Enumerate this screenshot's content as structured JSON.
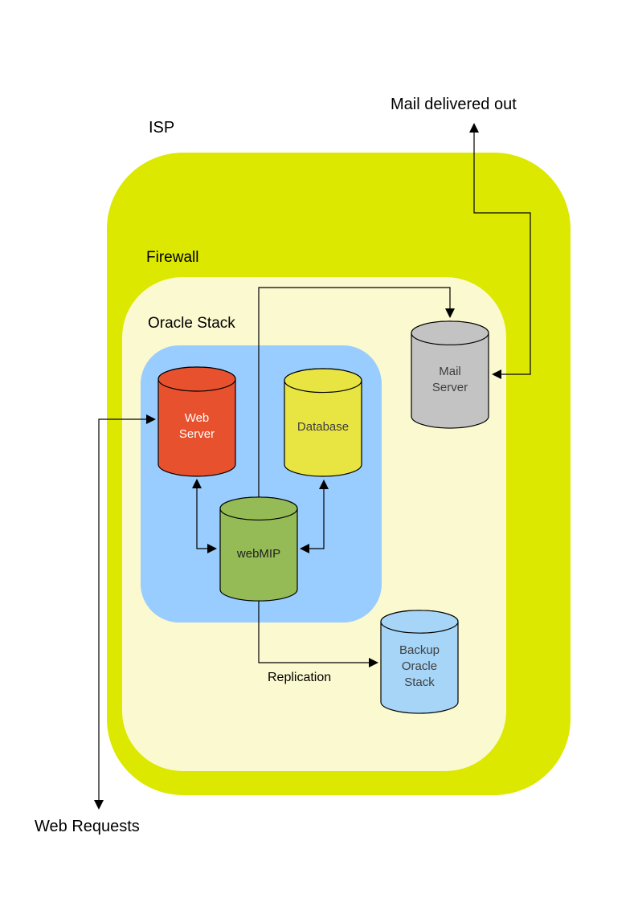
{
  "diagram": {
    "containers": {
      "isp": {
        "label": "ISP",
        "color": "#DCE800"
      },
      "firewall": {
        "label": "Firewall",
        "color": "#FBF9CF"
      },
      "oracle_stack": {
        "label": "Oracle Stack",
        "color": "#99CCFF"
      }
    },
    "nodes": {
      "web_server": {
        "label": "Web\nServer",
        "color": "#E8512D",
        "text_color": "#FFFFFF"
      },
      "database": {
        "label": "Database",
        "color": "#E8E441",
        "text_color": "#3F3F3F"
      },
      "webmip": {
        "label": "webMIP",
        "color": "#94BB55",
        "text_color": "#1F1F1F"
      },
      "mail_server": {
        "label": "Mail\nServer",
        "color": "#C3C3C3",
        "text_color": "#3F3F3F"
      },
      "backup_oracle_stack": {
        "label": "Backup\nOracle\nStack",
        "color": "#A6D5F7",
        "text_color": "#3F3F3F"
      }
    },
    "annotations": {
      "mail_delivered_out": "Mail delivered out",
      "web_requests": "Web Requests",
      "replication": "Replication"
    }
  }
}
